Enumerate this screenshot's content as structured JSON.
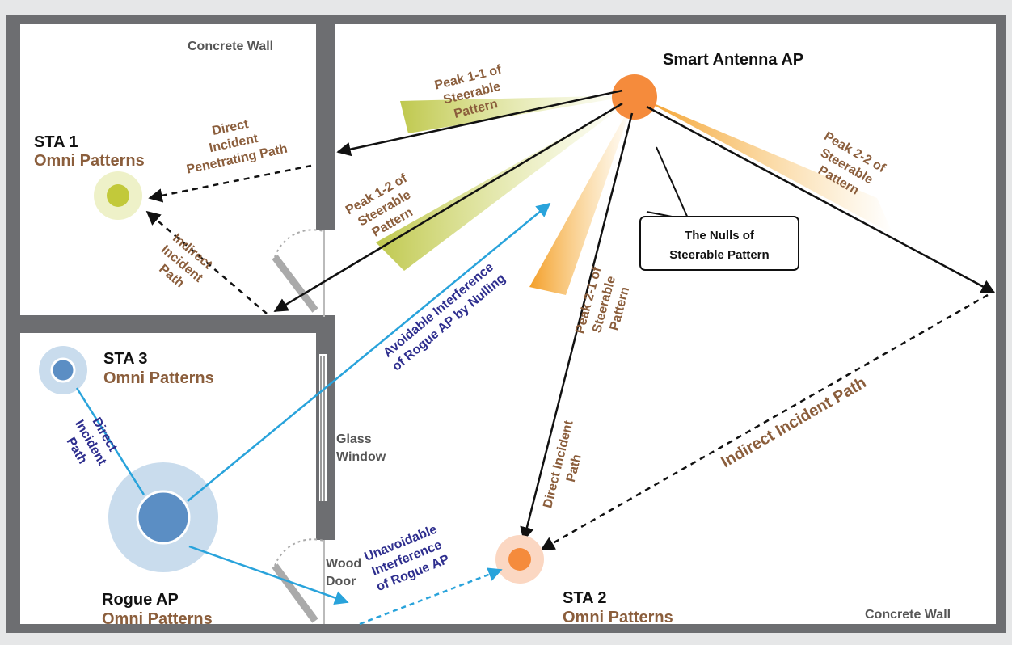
{
  "walls": {
    "concrete_wall_top": "Concrete Wall",
    "concrete_wall_bottom": "Concrete Wall",
    "glass_window": [
      "Glass",
      "Window"
    ],
    "wood_door": [
      "Wood",
      "Door"
    ]
  },
  "nodes": {
    "smart_ap": {
      "title": "Smart Antenna AP"
    },
    "sta1": {
      "title": "STA 1",
      "subtitle": "Omni Patterns"
    },
    "sta2": {
      "title": "STA 2",
      "subtitle": "Omni Patterns"
    },
    "sta3": {
      "title": "STA 3",
      "subtitle": "Omni Patterns"
    },
    "rogue_ap": {
      "title": "Rogue AP",
      "subtitle": "Omni Patterns"
    }
  },
  "beams": {
    "peak_1_1": [
      "Peak 1-1 of",
      "Steerable",
      "Pattern"
    ],
    "peak_1_2": [
      "Peak 1-2 of",
      "Steerable",
      "Pattern"
    ],
    "peak_2_1": [
      "Peak 2-1 of",
      "Steerable",
      "Pattern"
    ],
    "peak_2_2": [
      "Peak 2-2 of",
      "Steerable",
      "Pattern"
    ]
  },
  "callout": [
    "The Nulls of",
    "Steerable Pattern"
  ],
  "paths": {
    "sta1_direct": [
      "Direct",
      "Incident",
      "Penetrating Path"
    ],
    "sta1_indirect": [
      "Indirect",
      "Incident",
      "Path"
    ],
    "sta2_direct": [
      "Direct Incident",
      "Path"
    ],
    "sta2_indirect": "Indirect Incident Path",
    "sta3_direct": [
      "Direct",
      "Incident",
      "Path"
    ],
    "avoidable": [
      "Avoidable Interference",
      "of Rogue AP by Nulling"
    ],
    "unavoidable": [
      "Unavoidable",
      "Interference",
      "of Rogue AP"
    ]
  },
  "colors": {
    "wall": "#6d6e71",
    "room_fill": "#ffffff",
    "background": "#e6e7e8",
    "ap_orange": "#f58b3c",
    "sta1_green": "#c2c93a",
    "rogue_blue": "#5b8ec4",
    "rogue_halo": "#c9dced",
    "interference_line": "#29a3db",
    "label_brown": "#8b5e3c",
    "label_blue": "#2e2e8e"
  }
}
